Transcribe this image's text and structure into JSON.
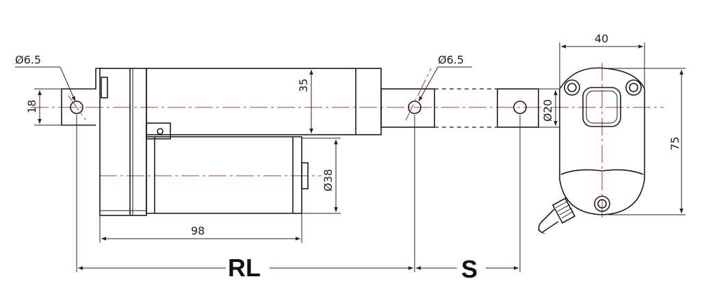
{
  "dimensions": {
    "pin_dia_rear": "Ø6.5",
    "pin_dia_front": "Ø6.5",
    "rear_bracket_height": "18",
    "outer_tube_dia": "35",
    "motor_dia": "Ø38",
    "motor_length": "98",
    "rod_dia": "Ø20",
    "gearbox_width": "40",
    "gearbox_height": "75",
    "retracted_length": "RL",
    "stroke": "S"
  },
  "colors": {
    "line": "#1a1a1a",
    "centerline": "#b33a3a"
  }
}
